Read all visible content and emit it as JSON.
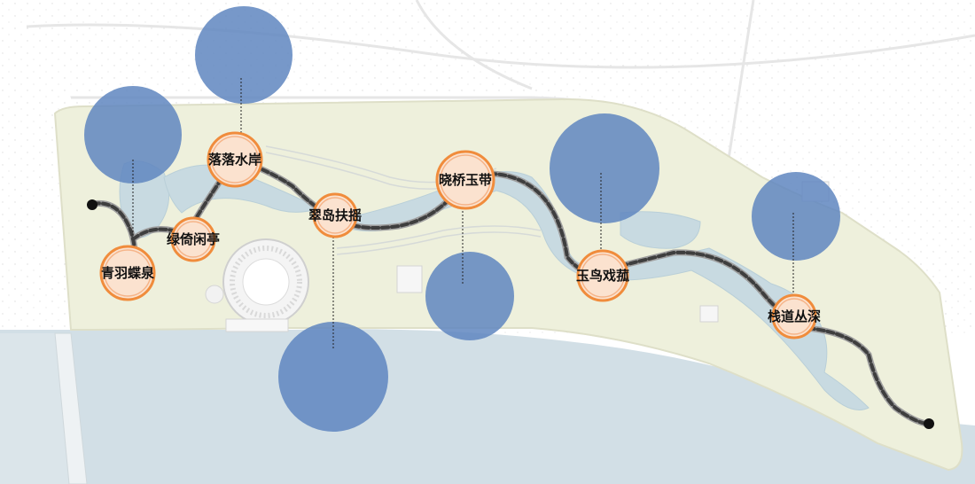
{
  "map": {
    "spots": [
      {
        "id": "qingyu",
        "label": "青羽蝶泉"
      },
      {
        "id": "lvyi",
        "label": "绿倚闲亭"
      },
      {
        "id": "luoluo",
        "label": "落落水岸"
      },
      {
        "id": "cuidao",
        "label": "翠岛扶摇"
      },
      {
        "id": "xiaoqiao",
        "label": "晓桥玉带"
      },
      {
        "id": "yuniao",
        "label": "玉鸟戏菰"
      },
      {
        "id": "zhandao",
        "label": "栈道丛深"
      }
    ],
    "colors": {
      "land": "#eef0dc",
      "water": "#d2dfe6",
      "river": "#c5d6de",
      "bubble": "#5f86bf",
      "node_fill": "#fbe2cf",
      "node_ring": "#f08c3c",
      "path_dark": "#4a4a4a",
      "path_light": "#bdbdbd"
    }
  }
}
